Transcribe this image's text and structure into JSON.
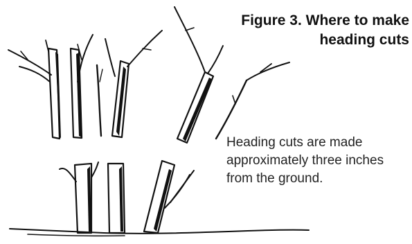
{
  "figure": {
    "title_lines": [
      "Figure 3. Where to make",
      "heading cuts"
    ],
    "caption_lines": [
      "Heading cuts are made",
      "approximately three inches",
      "from the ground."
    ]
  }
}
